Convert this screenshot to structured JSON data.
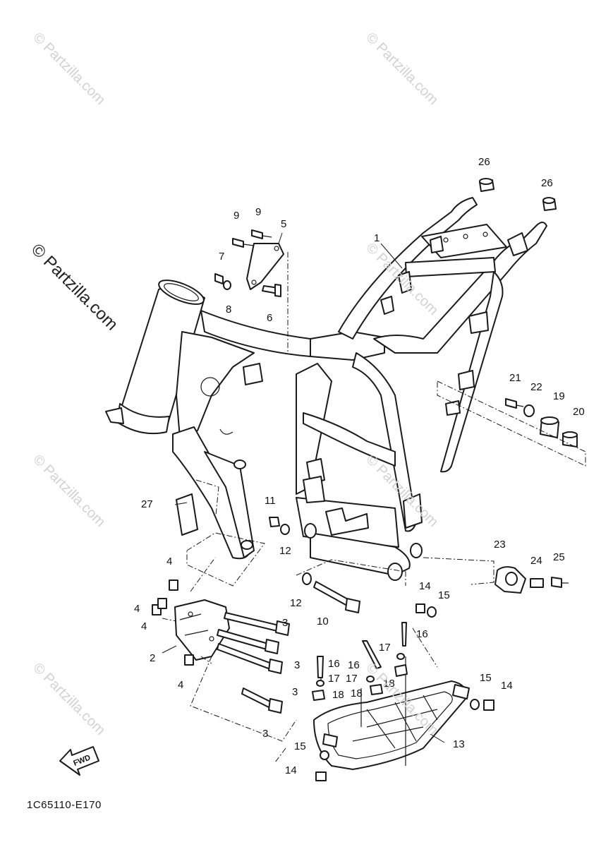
{
  "diagram_code": "1C65110-E170",
  "watermark": "© Partzilla.com",
  "fwd_label": "FWD",
  "callouts": [
    {
      "id": "1",
      "label": "1"
    },
    {
      "id": "2",
      "label": "2"
    },
    {
      "id": "3a",
      "label": "3"
    },
    {
      "id": "3b",
      "label": "3"
    },
    {
      "id": "3c",
      "label": "3"
    },
    {
      "id": "3d",
      "label": "3"
    },
    {
      "id": "4a",
      "label": "4"
    },
    {
      "id": "4b",
      "label": "4"
    },
    {
      "id": "4c",
      "label": "4"
    },
    {
      "id": "4d",
      "label": "4"
    },
    {
      "id": "5",
      "label": "5"
    },
    {
      "id": "6",
      "label": "6"
    },
    {
      "id": "7",
      "label": "7"
    },
    {
      "id": "8",
      "label": "8"
    },
    {
      "id": "9a",
      "label": "9"
    },
    {
      "id": "9b",
      "label": "9"
    },
    {
      "id": "10",
      "label": "10"
    },
    {
      "id": "11",
      "label": "11"
    },
    {
      "id": "12a",
      "label": "12"
    },
    {
      "id": "12b",
      "label": "12"
    },
    {
      "id": "13",
      "label": "13"
    },
    {
      "id": "14a",
      "label": "14"
    },
    {
      "id": "14b",
      "label": "14"
    },
    {
      "id": "14c",
      "label": "14"
    },
    {
      "id": "15a",
      "label": "15"
    },
    {
      "id": "15b",
      "label": "15"
    },
    {
      "id": "15c",
      "label": "15"
    },
    {
      "id": "16a",
      "label": "16"
    },
    {
      "id": "16b",
      "label": "16"
    },
    {
      "id": "16c",
      "label": "16"
    },
    {
      "id": "17a",
      "label": "17"
    },
    {
      "id": "17b",
      "label": "17"
    },
    {
      "id": "17c",
      "label": "17"
    },
    {
      "id": "18a",
      "label": "18"
    },
    {
      "id": "18b",
      "label": "18"
    },
    {
      "id": "18c",
      "label": "18"
    },
    {
      "id": "19",
      "label": "19"
    },
    {
      "id": "20",
      "label": "20"
    },
    {
      "id": "21",
      "label": "21"
    },
    {
      "id": "22",
      "label": "22"
    },
    {
      "id": "23",
      "label": "23"
    },
    {
      "id": "24",
      "label": "24"
    },
    {
      "id": "25",
      "label": "25"
    },
    {
      "id": "26a",
      "label": "26"
    },
    {
      "id": "26b",
      "label": "26"
    },
    {
      "id": "27",
      "label": "27"
    }
  ]
}
